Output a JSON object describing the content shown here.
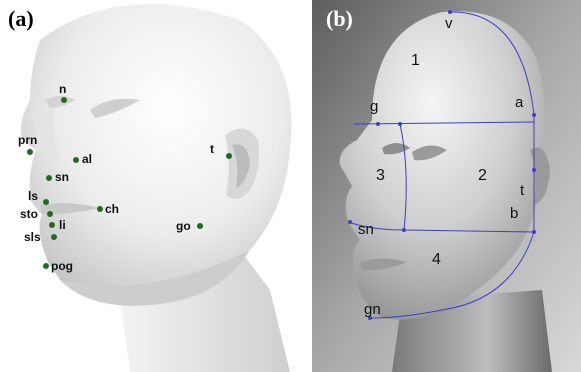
{
  "panel_a": {
    "tag": "(a)",
    "landmark_color": "#1f6b1f",
    "landmarks": {
      "n": "n",
      "prn": "prn",
      "al": "al",
      "sn": "sn",
      "ls": "ls",
      "sto": "sto",
      "li": "li",
      "sls": "sls",
      "ch": "ch",
      "pog": "pog",
      "t": "t",
      "go": "go"
    }
  },
  "panel_b": {
    "tag": "(b)",
    "line_color": "#3a40c8",
    "point_labels": {
      "v": "v",
      "g": "g",
      "a": "a",
      "t": "t",
      "b": "b",
      "sn": "sn",
      "gn": "gn"
    },
    "regions": [
      "1",
      "2",
      "3",
      "4"
    ]
  }
}
